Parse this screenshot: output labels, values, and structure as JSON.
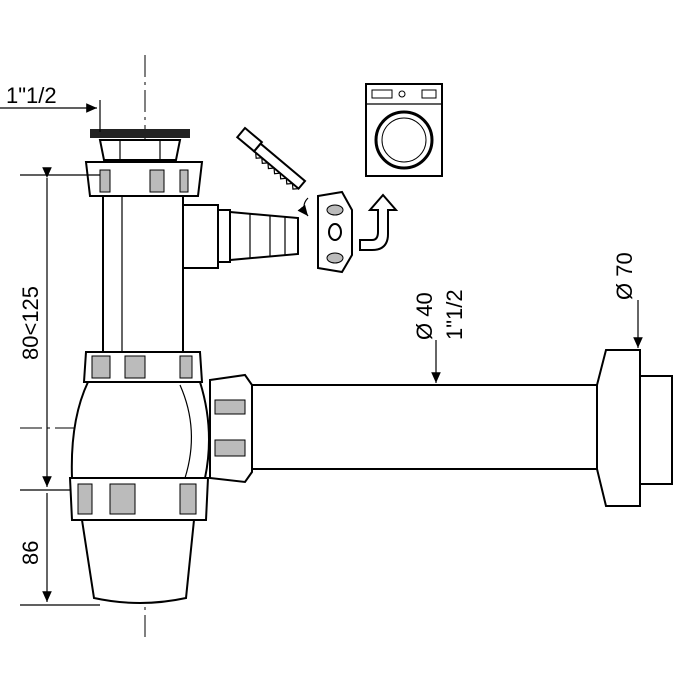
{
  "labels": {
    "inlet_thread": "1\"1/2",
    "height_adjust": "80<125",
    "bottom_height": "86",
    "pipe_diameter": "Ø 40",
    "pipe_thread": "1\"1/2",
    "outlet_diameter": "Ø 70"
  }
}
